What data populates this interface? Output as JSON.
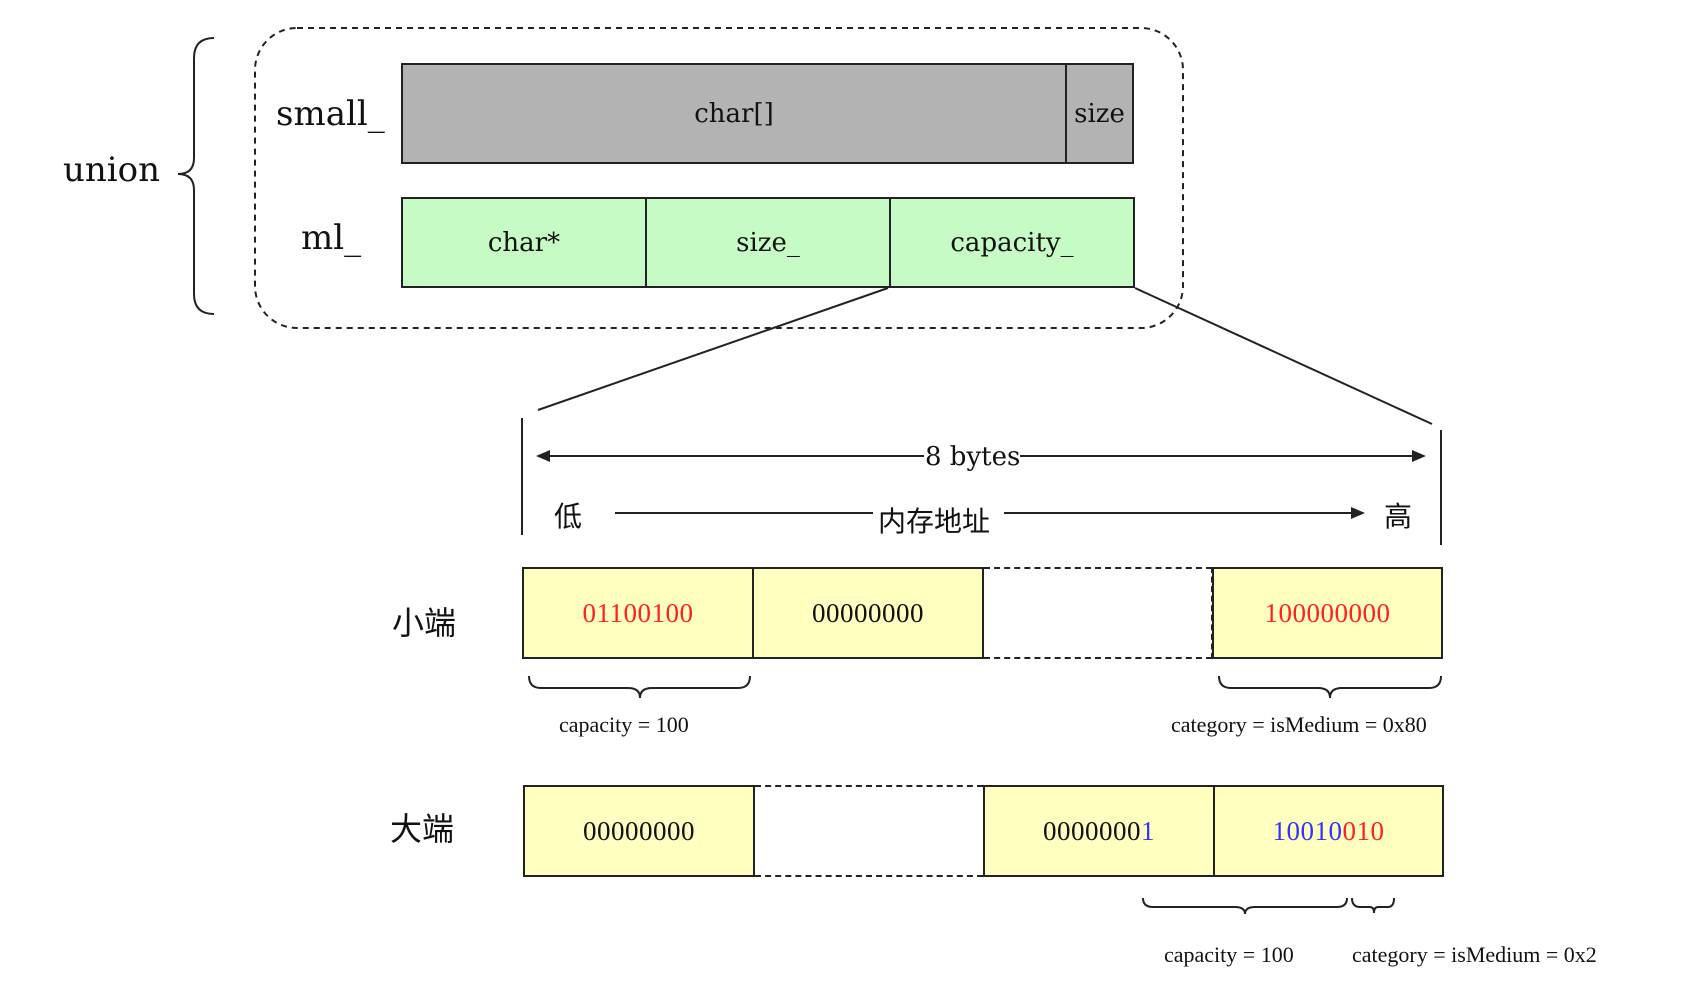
{
  "union": {
    "label": "union",
    "small_label": "small_",
    "ml_label": "ml_",
    "small_cells": [
      "char[]",
      "size"
    ],
    "ml_cells": [
      "char*",
      "size_",
      "capacity_"
    ]
  },
  "range": {
    "bytes_label": "8 bytes",
    "low": "低",
    "addr": "内存地址",
    "high": "高"
  },
  "little": {
    "label": "小端",
    "cell1": "01100100",
    "cell2": "00000000",
    "cell4": "100000000",
    "cap_note": "capacity = 100",
    "cat_note": "category = isMedium = 0x80"
  },
  "big": {
    "label": "大端",
    "cell1": "00000000",
    "cell3_black": "0000000",
    "cell3_blue": "1",
    "cell4_blue": "10010",
    "cell4_red": "010",
    "cap_note": "capacity = 100",
    "cat_note": "category = isMedium = 0x2"
  },
  "colors": {
    "gray": "#b3b3b3",
    "green": "#c6fbc6",
    "yellow": "#ffffbf",
    "red": "#ff2020",
    "blue": "#3333ff"
  }
}
